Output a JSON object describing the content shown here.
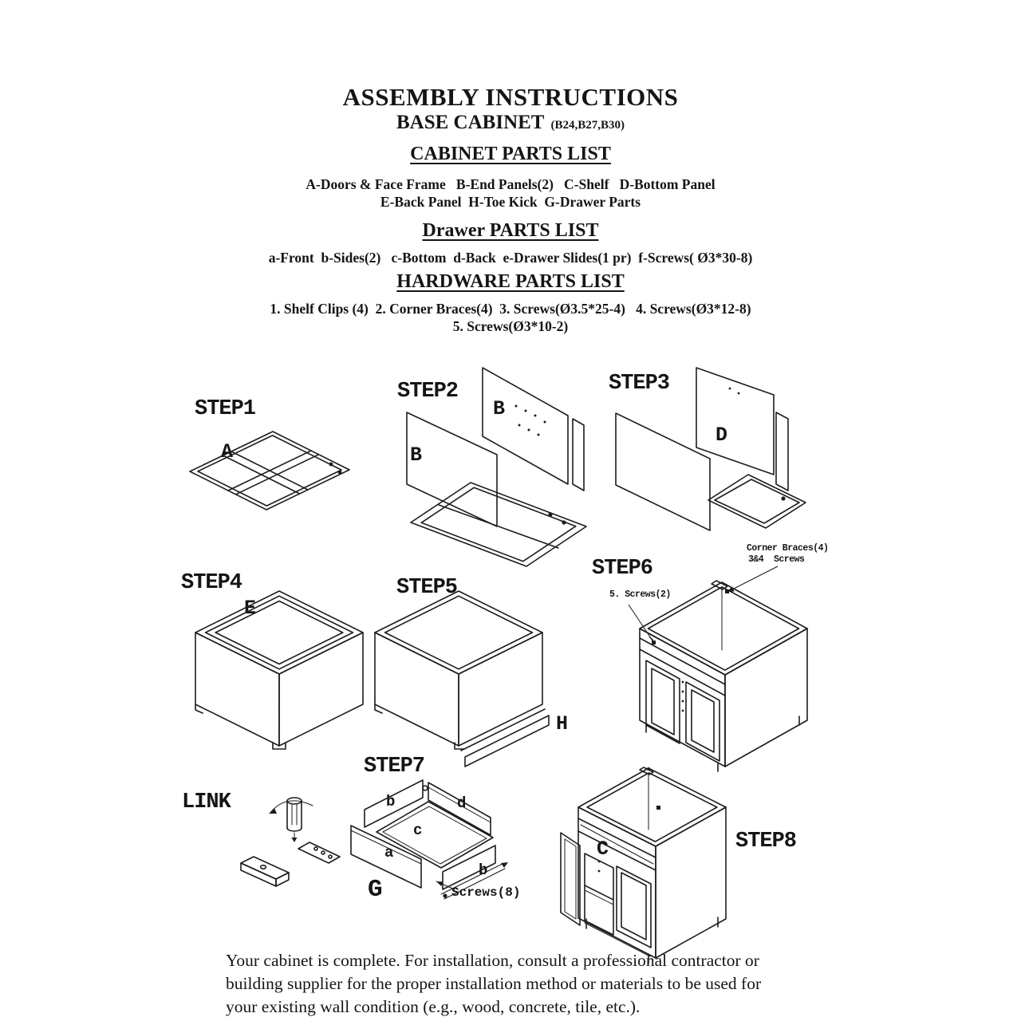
{
  "doc": {
    "title": "ASSEMBLY INSTRUCTIONS",
    "subtitle": "BASE CABINET",
    "models": "(B24,B27,B30)",
    "footer_line1": "Your cabinet is complete.  For installation, consult a professional contractor or",
    "footer_line2": "building supplier for the proper installation method or materials to be used for",
    "footer_line3": "your existing wall condition (e.g., wood, concrete, tile, etc.)."
  },
  "cabinet_parts": {
    "heading": "CABINET PARTS LIST",
    "line1": "A-Doors & Face Frame   B-End Panels(2)   C-Shelf   D-Bottom Panel",
    "line2": "E-Back Panel  H-Toe Kick  G-Drawer Parts"
  },
  "drawer_parts": {
    "heading": "Drawer PARTS LIST",
    "line1": "a-Front  b-Sides(2)   c-Bottom  d-Back  e-Drawer Slides(1 pr)  f-Screws( Ø3*30-8)"
  },
  "hardware_parts": {
    "heading": "HARDWARE PARTS LIST",
    "line1": "1. Shelf Clips (4)  2. Corner Braces(4)  3. Screws(Ø3.5*25-4)   4. Screws(Ø3*12-8)",
    "line2": "5. Screws(Ø3*10-2)"
  },
  "steps": {
    "step1": {
      "label": "STEP1",
      "part": "A"
    },
    "step2": {
      "label": "STEP2",
      "part_front": "B",
      "part_back": "B"
    },
    "step3": {
      "label": "STEP3",
      "part": "D"
    },
    "step4": {
      "label": "STEP4",
      "part": "E"
    },
    "step5": {
      "label": "STEP5",
      "part": "H"
    },
    "step6": {
      "label": "STEP6",
      "note_braces1": "Corner Braces(4)",
      "note_braces2": "3&4  Screws",
      "note_screws": "5. Screws(2)"
    },
    "link": {
      "label": "LINK"
    },
    "step7": {
      "label": "STEP7",
      "part": "G",
      "front": "a",
      "side1": "b",
      "side2": "b",
      "bottom": "c",
      "back": "d",
      "screws": "Screws(8)"
    },
    "step8": {
      "label": "STEP8",
      "part": "C"
    }
  }
}
